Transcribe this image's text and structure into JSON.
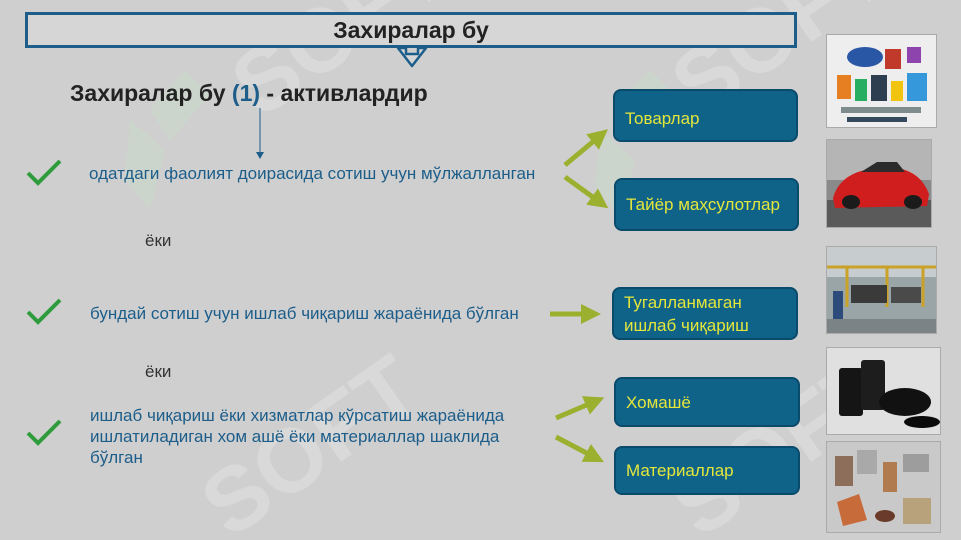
{
  "header": {
    "title": "Захиралар бу"
  },
  "definition": {
    "prefix": "Захиралар бу",
    "number": "(1)",
    "suffix": "- активлардир"
  },
  "statements": [
    "одатдаги фаолият доирасида сотиш учун мўлжалланган",
    "бундай сотиш учун ишлаб чиқариш жараёнида бўлган",
    "ишлаб чиқариш ёки хизматлар кўрсатиш жараёнида ишлатиладиган хом ашё ёки материаллар шаклида бўлган"
  ],
  "connector": "ёки",
  "categories": [
    {
      "label": "Товарлар"
    },
    {
      "label": "Тайёр маҳсулотлар"
    },
    {
      "label": "Тугалланмаган ишлаб чиқариш"
    },
    {
      "label": "Хомашё"
    },
    {
      "label": "Материаллар"
    }
  ],
  "images": [
    "merchandise-photo",
    "red-sports-car-photo",
    "assembly-line-photo",
    "oil-barrels-photo",
    "materials-photo"
  ],
  "colors": {
    "accent": "#1c5d8a",
    "box": "#0f6389",
    "box_text": "#e4e63a",
    "arrow": "#9cb02f",
    "check": "#2e9c3c",
    "background": "#cfcfcf"
  }
}
